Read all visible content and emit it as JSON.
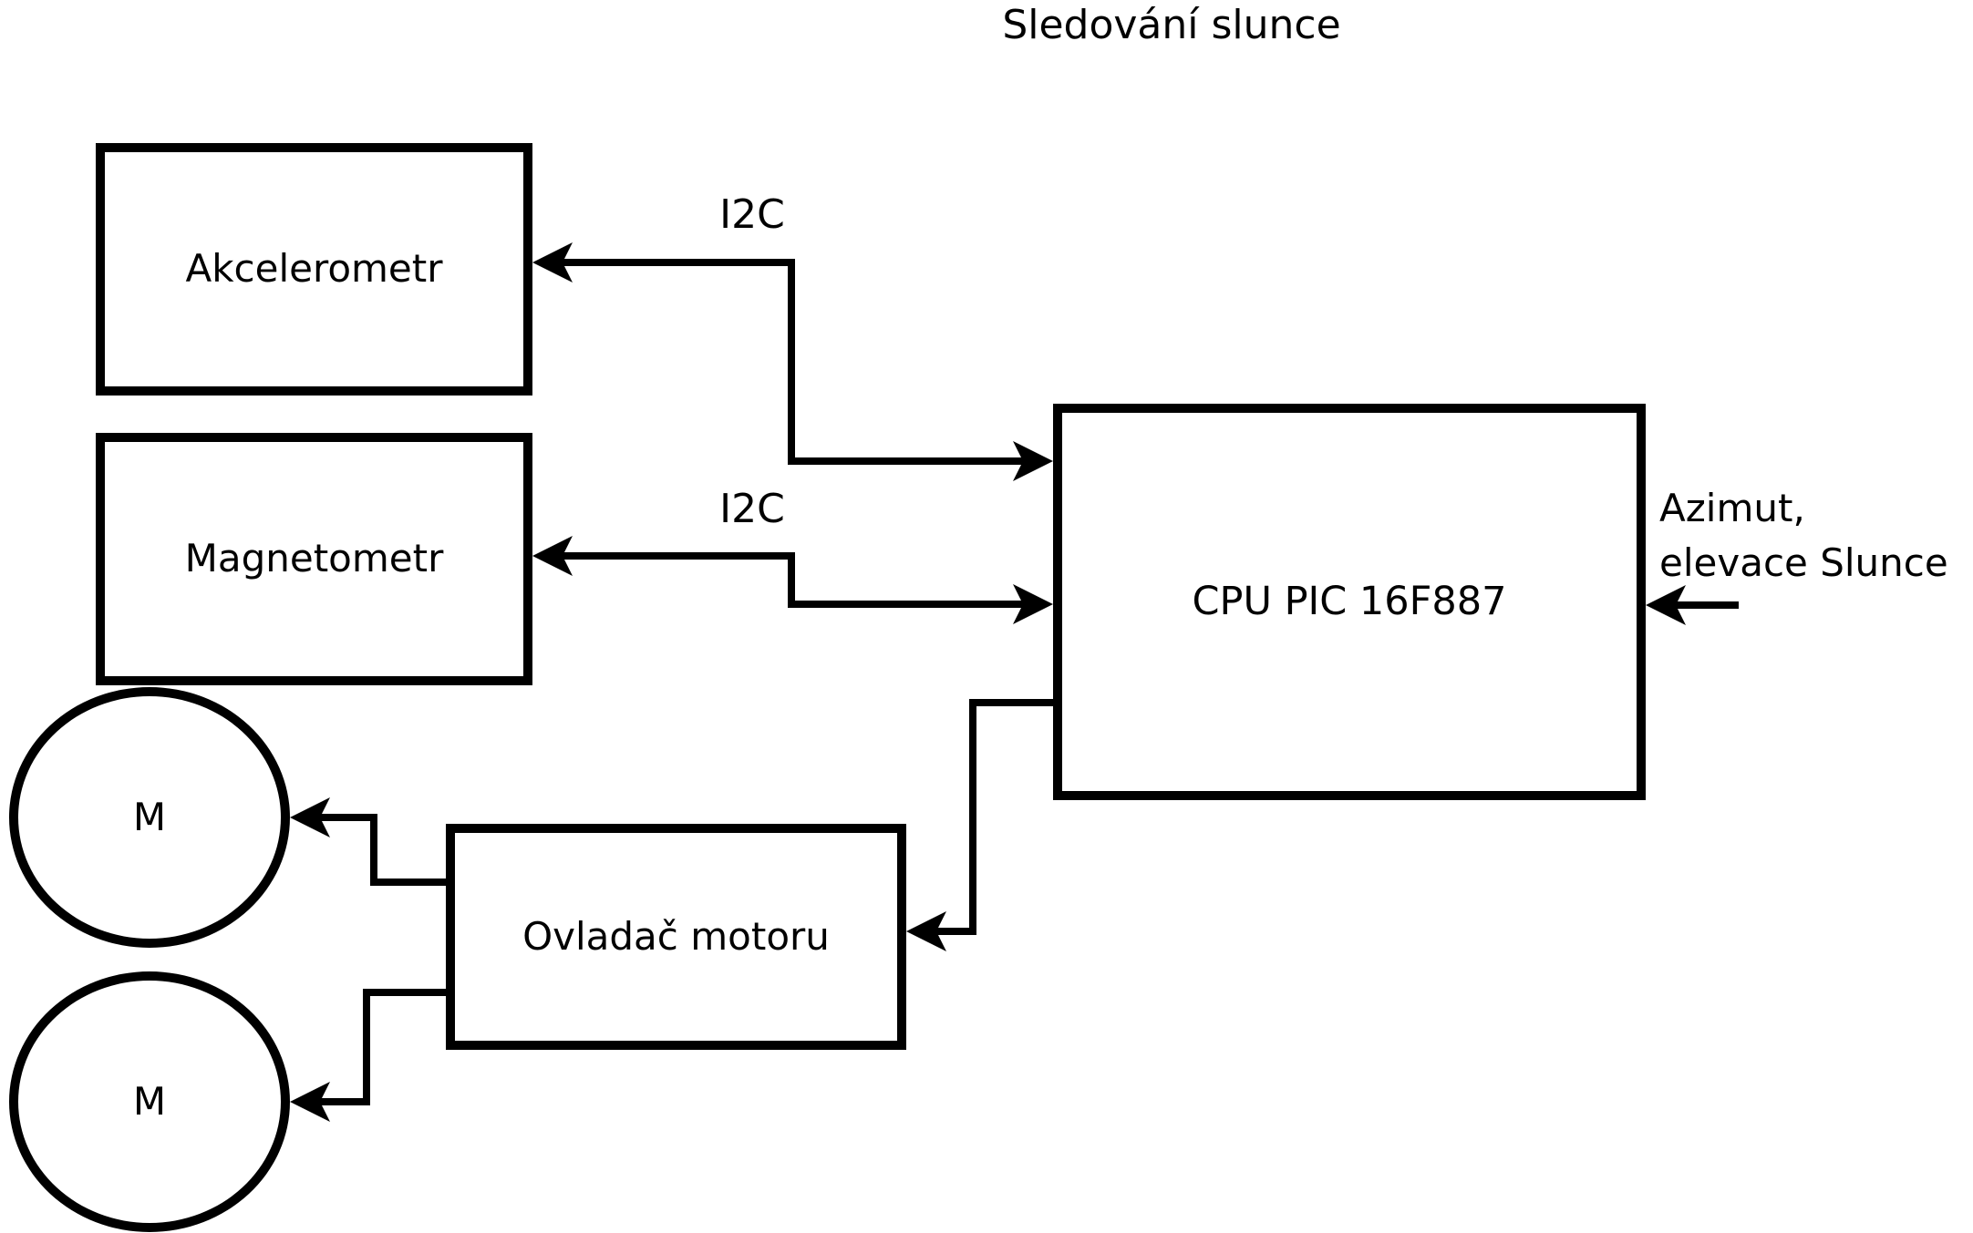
{
  "title": "Sledování slunce",
  "nodes": {
    "akcelerometr": {
      "label": "Akcelerometr"
    },
    "magnetometr": {
      "label": "Magnetometr"
    },
    "cpu": {
      "label": "CPU PIC 16F887"
    },
    "ovladac": {
      "label": "Ovladač motoru"
    },
    "motor1": {
      "label": "M"
    },
    "motor2": {
      "label": "M"
    }
  },
  "annotations": {
    "i2c_top": "I2C",
    "i2c_bottom": "I2C",
    "azimut_line1": "Azimut,",
    "azimut_line2": "elevace Slunce"
  },
  "colors": {
    "line": "#000000",
    "background": "#ffffff"
  }
}
